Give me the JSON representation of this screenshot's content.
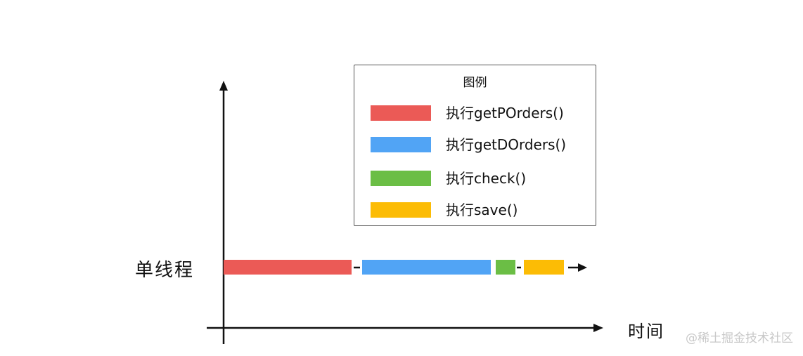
{
  "legend": {
    "title": "图例",
    "items": [
      {
        "label": "执行getPOrders()",
        "color": "#EB5A56"
      },
      {
        "label": "执行getDOrders()",
        "color": "#51A4F5"
      },
      {
        "label": "执行check()",
        "color": "#6BBE45"
      },
      {
        "label": "执行save()",
        "color": "#FCBC05"
      }
    ]
  },
  "thread": {
    "label": "单线程",
    "segments": [
      {
        "task": "getPOrders",
        "color": "#EB5A56"
      },
      {
        "task": "getDOrders",
        "color": "#51A4F5"
      },
      {
        "task": "check",
        "color": "#6BBE45"
      },
      {
        "task": "save",
        "color": "#FCBC05"
      }
    ]
  },
  "axis": {
    "x_label": "时间"
  },
  "watermark": "@稀土掘金技术社区"
}
